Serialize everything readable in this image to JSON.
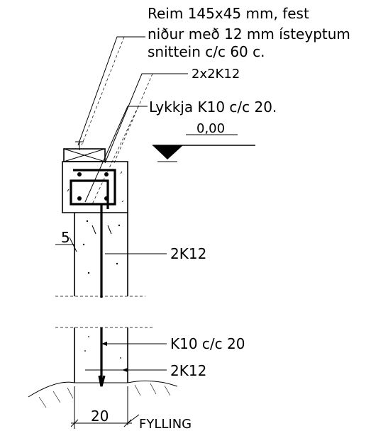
{
  "notes": {
    "reim_line1": "Reim 145x45 mm, fest",
    "reim_line2": "niður með 12 mm ísteyptum",
    "reim_line3": "snittein c/c 60 c.",
    "top_bars": "2x2K12",
    "stirrup": "Lykkja K10 c/c 20.",
    "level": "0,00",
    "dim_small": "5",
    "mid_bars": "2K12",
    "stirrup_lower": "K10 c/c 20",
    "bottom_bars": "2K12",
    "width_dim": "20",
    "fill": "FYLLING"
  }
}
